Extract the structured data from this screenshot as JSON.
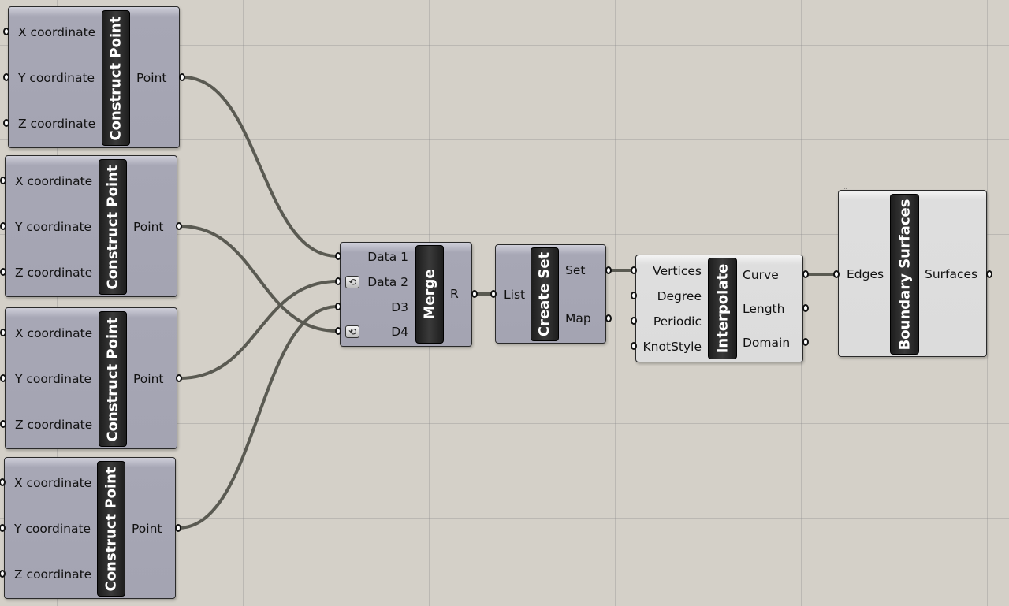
{
  "wires_color": "#5a5a52",
  "construct_point_nodes": [
    {
      "title": "Construct Point",
      "inputs": [
        "X coordinate",
        "Y coordinate",
        "Z coordinate"
      ],
      "output": "Point"
    },
    {
      "title": "Construct Point",
      "inputs": [
        "X coordinate",
        "Y coordinate",
        "Z coordinate"
      ],
      "output": "Point"
    },
    {
      "title": "Construct Point",
      "inputs": [
        "X coordinate",
        "Y coordinate",
        "Z coordinate"
      ],
      "output": "Point"
    },
    {
      "title": "Construct Point",
      "inputs": [
        "X coordinate",
        "Y coordinate",
        "Z coordinate"
      ],
      "output": "Point"
    }
  ],
  "merge": {
    "title": "Merge",
    "inputs": [
      "Data 1",
      "Data 2",
      "D3",
      "D4"
    ],
    "output": "R",
    "graft_icon": "graft-icon"
  },
  "create_set": {
    "title": "Create Set",
    "input": "List",
    "outputs": [
      "Set",
      "Map"
    ]
  },
  "interpolate": {
    "title": "Interpolate",
    "inputs": [
      "Vertices",
      "Degree",
      "Periodic",
      "KnotStyle"
    ],
    "outputs": [
      "Curve",
      "Length",
      "Domain"
    ]
  },
  "boundary": {
    "title": "Boundary Surfaces",
    "input": "Edges",
    "output": "Surfaces"
  }
}
